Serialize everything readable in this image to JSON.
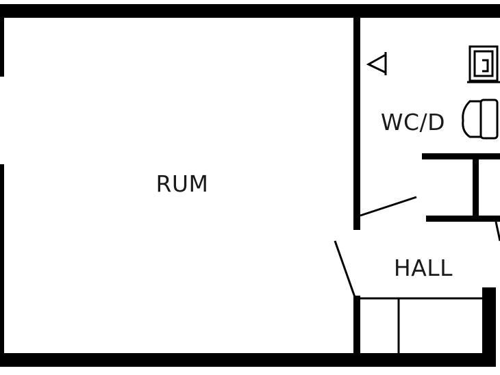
{
  "plan": {
    "wall_color": "#000000",
    "background": "#ffffff",
    "rooms": {
      "rum": "RUM",
      "wc": "WC/D",
      "hall": "HALL"
    },
    "fixtures": {
      "shower_head": "shower-icon",
      "washer": "washing-machine-icon",
      "toilet": "toilet-icon",
      "sink": "sink-icon"
    }
  }
}
